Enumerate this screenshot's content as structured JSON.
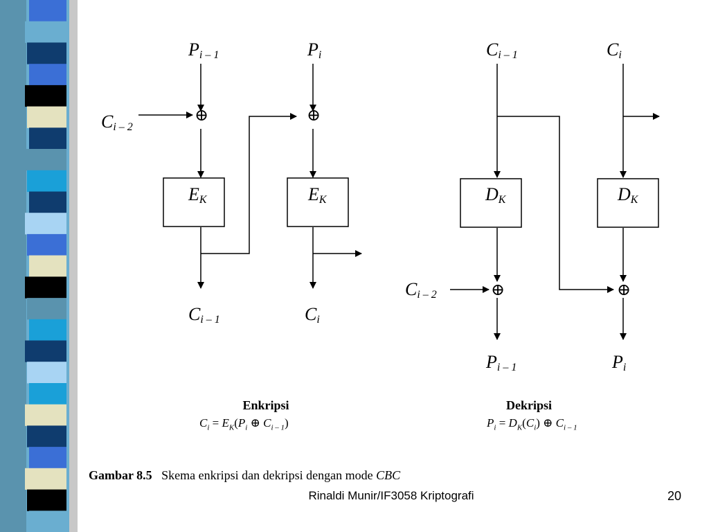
{
  "decor": {
    "stripe_colors": [
      "#3b6fd6",
      "#6aaed0",
      "#0f3c6e",
      "#3b6fd6",
      "#000000",
      "#e4e2bf",
      "#0f3c6e",
      "#5a93ae",
      "#1aa0d8",
      "#0f3c6e",
      "#a8d4f3",
      "#3b6fd6",
      "#e4e2bf",
      "#000000",
      "#5a93ae",
      "#1aa0d8",
      "#0f3c6e",
      "#a8d4f3",
      "#1aa0d8",
      "#e4e2bf",
      "#0f3c6e",
      "#3b6fd6",
      "#e4e2bf",
      "#000000",
      "#6aaed0"
    ]
  },
  "diagram": {
    "enc": {
      "p_prev": {
        "base": "P",
        "sub": "i – 1"
      },
      "p_curr": {
        "base": "P",
        "sub": "i"
      },
      "c_in": {
        "base": "C",
        "sub": "i – 2"
      },
      "block_left": {
        "base": "E",
        "sub": "K"
      },
      "block_right": {
        "base": "E",
        "sub": "K"
      },
      "c_prev": {
        "base": "C",
        "sub": "i – 1"
      },
      "c_curr": {
        "base": "C",
        "sub": "i"
      }
    },
    "dec": {
      "c_prev": {
        "base": "C",
        "sub": "i – 1"
      },
      "c_curr": {
        "base": "C",
        "sub": "i"
      },
      "block_left": {
        "base": "D",
        "sub": "K"
      },
      "block_right": {
        "base": "D",
        "sub": "K"
      },
      "c_in": {
        "base": "C",
        "sub": "i – 2"
      },
      "p_prev": {
        "base": "P",
        "sub": "i – 1"
      },
      "p_curr": {
        "base": "P",
        "sub": "i"
      }
    },
    "xor_symbol": "⊕"
  },
  "captions": {
    "enc_title": "Enkripsi",
    "dec_title": "Dekripsi",
    "enc_formula": {
      "c": "C",
      "c_sub": "i",
      "eq": " = ",
      "e": "E",
      "e_sub": "K",
      "open": "(",
      "p": "P",
      "p_sub": "i",
      "xor": " ⊕ ",
      "c2": "C",
      "c2_sub": "i – 1",
      "close": ")"
    },
    "dec_formula": {
      "p": "P",
      "p_sub": "i",
      "eq": " = ",
      "d": "D",
      "d_sub": "K",
      "open": "(",
      "c": "C",
      "c_sub": "i",
      "close": ")",
      "xor": " ⊕ ",
      "c2": "C",
      "c2_sub": "i – 1"
    }
  },
  "figure_caption": {
    "label": "Gambar 8.5",
    "text": "Skema enkripsi dan dekripsi dengan mode ",
    "mode": "CBC"
  },
  "footer": {
    "credit": "Rinaldi Munir/IF3058 Kriptografi",
    "page_number": "20"
  }
}
